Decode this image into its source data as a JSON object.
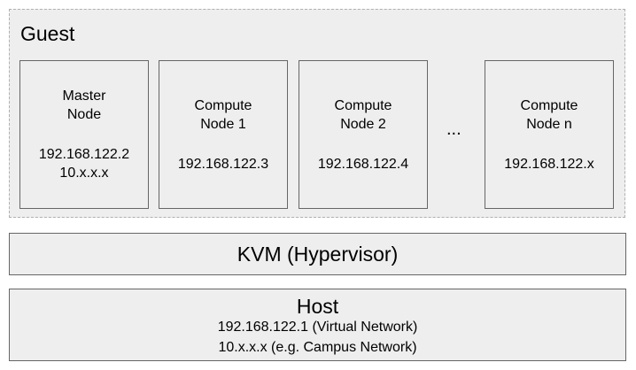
{
  "guest": {
    "title": "Guest",
    "nodes": [
      {
        "name": "Master\nNode",
        "ips": "192.168.122.2\n10.x.x.x"
      },
      {
        "name": "Compute\nNode 1",
        "ips": "192.168.122.3"
      },
      {
        "name": "Compute\nNode 2",
        "ips": "192.168.122.4"
      },
      {
        "name": "Compute\nNode n",
        "ips": "192.168.122.x"
      }
    ],
    "ellipsis": "..."
  },
  "hypervisor": {
    "label": "KVM (Hypervisor)"
  },
  "host": {
    "title": "Host",
    "lines": [
      "192.168.122.1 (Virtual Network)",
      "10.x.x.x (e.g. Campus Network)"
    ]
  },
  "colors": {
    "box_fill": "#eeeeee",
    "box_border": "#666666",
    "dashed_border": "#b0b0b0"
  }
}
